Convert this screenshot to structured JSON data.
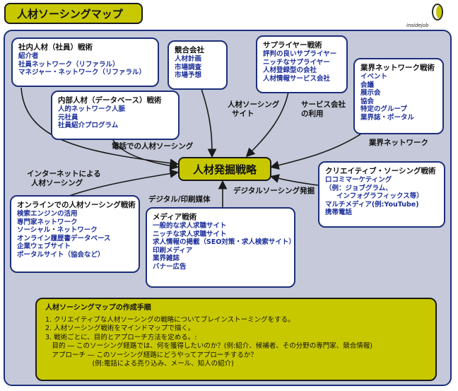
{
  "title": "人材ソーシングマップ",
  "logo_text": "insidejob",
  "center": "人材発掘戦略",
  "boxes": {
    "internal": {
      "title": "社内人材（社員）戦術",
      "items": [
        "紹介者",
        "社員ネットワーク（リファラル）",
        "マネジャー・ネットワーク（リファラル）"
      ]
    },
    "competitor": {
      "title": "競合会社",
      "items": [
        "人材計画",
        "市場調査",
        "市場予想"
      ]
    },
    "supplier": {
      "title": "サプライヤー戦術",
      "items": [
        "評判の良いサプライヤー",
        "ニッチなサプライヤー",
        "人材登録型の会社",
        "人材情報サービス会社"
      ]
    },
    "database": {
      "title": "内部人材（データベース）戦術",
      "items": [
        "人的ネットワーク人脈",
        "元社員",
        "社員紹介プログラム"
      ]
    },
    "industry": {
      "title": "業界ネットワーク戦術",
      "items": [
        "イベント",
        "会議",
        "展示会",
        "協会",
        "特定のグループ",
        "業界誌・ポータル"
      ]
    },
    "creative": {
      "title": "クリエイティブ・ソーシング戦術",
      "items": [
        "口コミマーケティング",
        "（例：ジョブグラム、",
        "インフォグラフィックス等）",
        "マルチメディア(例:YouTube)",
        "携帯電話"
      ]
    },
    "online": {
      "title": "オンラインでの人材ソーシング戦術",
      "items": [
        "検索エンジンの活用",
        "専門家ネットワーク",
        "ソーシャル・ネットワーク",
        "オンライン履歴書データベース",
        "企業ウェブサイト",
        "ポータルサイト（協会など）"
      ]
    },
    "media": {
      "title": "メディア戦術",
      "items": [
        "一般的な求人求職サイト",
        "ニッチな求人求職サイト",
        "求人情報の掲載（SEO対策・求人検索サイト）",
        "印刷メディア",
        "業界雑誌",
        "バナー広告"
      ]
    }
  },
  "labels": {
    "talent_site": [
      "人材ソーシング",
      "サイト"
    ],
    "service_use": [
      "サービス会社",
      "の利用"
    ],
    "phone": "電話での人材ソーシング",
    "industry_net": "業界ネットワーク",
    "internet": [
      "インターネットによる",
      "人材ソーシング"
    ],
    "digital_print": "デジタル/印刷媒体",
    "digital_sourcing": "デジタルソーシング発掘"
  },
  "steps": {
    "title": "人材ソーシングマップの作成手順",
    "lines": [
      "1. クリエイティブな人材ソーシングの戦略についてブレインストーミングをする。",
      "2. 人材ソーシング戦術をマインドマップで描く。",
      "3. 戦術ごとに、目的とアプローチ方法を定める。:",
      "　目的 ― このソーシング経路では、何を獲得したいのか？(例:紹介、候補者、その分野の専門家、競合情報)",
      "　アプローチ ― このソーシング経路にどうやってアプローチするか？",
      "　　　　　　　(例:電話による売り込み、メール、知人の紹介)"
    ]
  },
  "colors": {
    "accent": "#c8c800",
    "panel": "#c5c9d9",
    "border": "#1c2f7a",
    "item_text": "#1c2f9a"
  }
}
